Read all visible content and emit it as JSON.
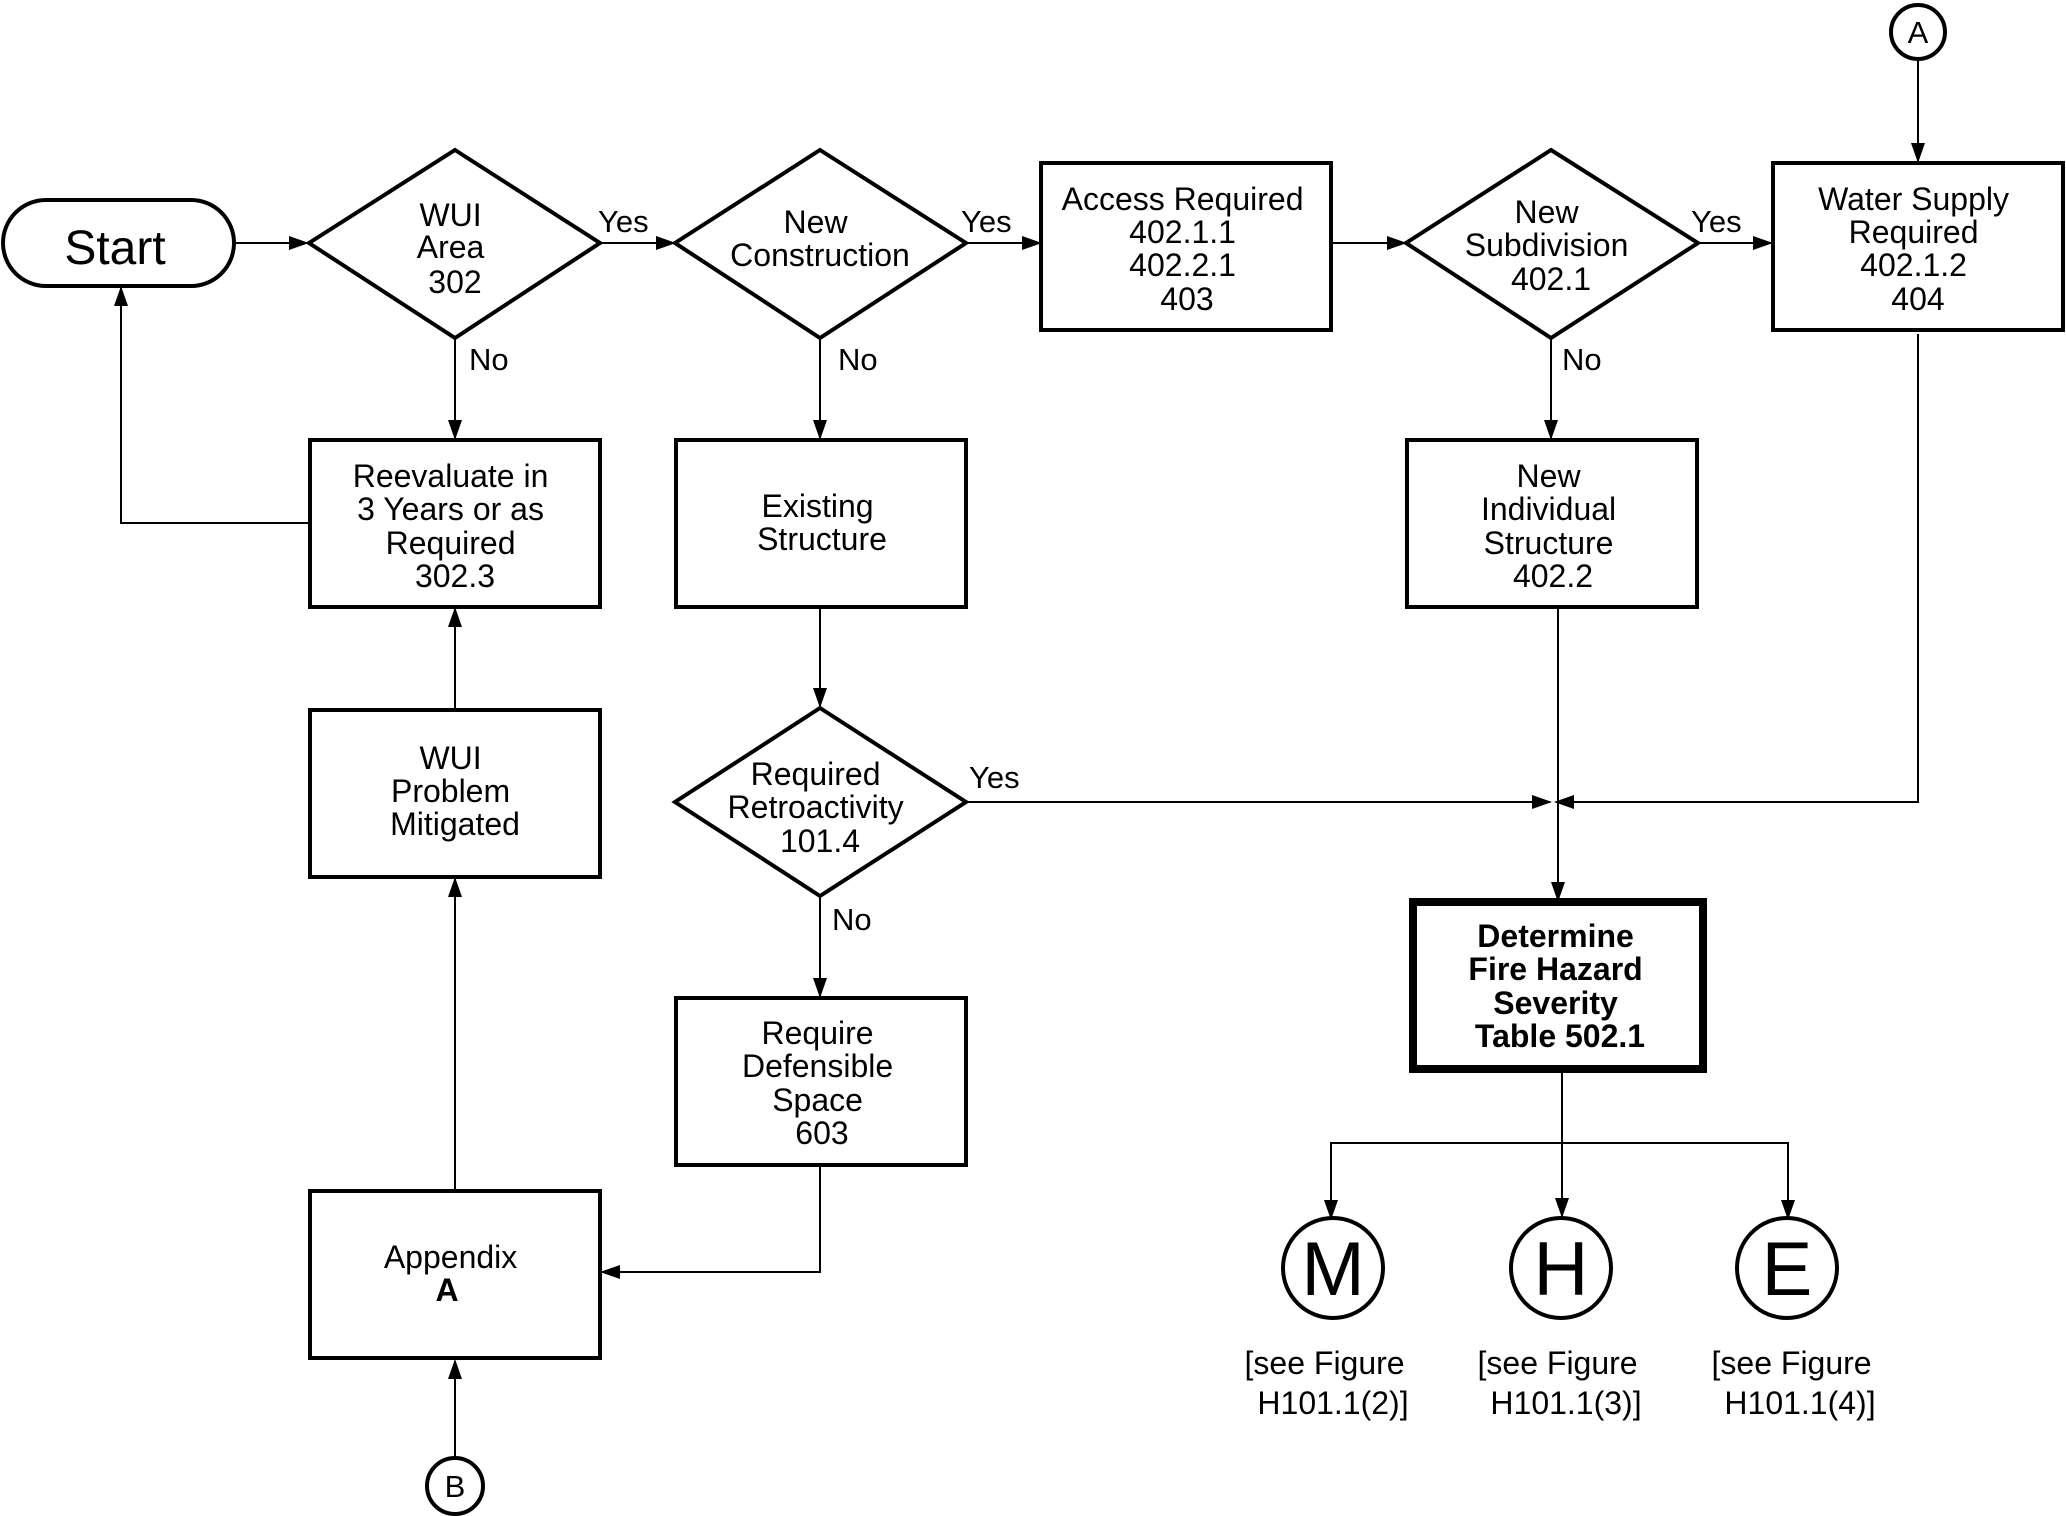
{
  "nodes": {
    "start": {
      "label": "Start"
    },
    "wui_area": {
      "lines": [
        "WUI",
        "Area",
        "302"
      ]
    },
    "new_construction": {
      "lines": [
        "New",
        "Construction"
      ]
    },
    "access_required": {
      "lines": [
        "Access Required",
        "402.1.1",
        "402.2.1",
        "403"
      ]
    },
    "new_subdivision": {
      "lines": [
        "New",
        "Subdivision",
        "402.1"
      ]
    },
    "water_supply": {
      "lines": [
        "Water Supply",
        "Required",
        "402.1.2",
        "404"
      ]
    },
    "reevaluate": {
      "lines": [
        "Reevaluate in",
        "3 Years or as",
        "Required",
        "302.3"
      ]
    },
    "existing_structure": {
      "lines": [
        "Existing",
        "Structure"
      ]
    },
    "new_individual": {
      "lines": [
        "New",
        "Individual",
        "Structure",
        "402.2"
      ]
    },
    "wui_mitigated": {
      "lines": [
        "WUI",
        "Problem",
        "Mitigated"
      ]
    },
    "required_retro": {
      "lines": [
        "Required",
        "Retroactivity",
        "101.4"
      ]
    },
    "determine": {
      "lines": [
        "Determine",
        "Fire Hazard",
        "Severity",
        "Table 502.1"
      ]
    },
    "defensible": {
      "lines": [
        "Require",
        "Defensible",
        "Space",
        "603"
      ]
    },
    "appendix": {
      "lines": [
        "Appendix",
        "A"
      ]
    }
  },
  "connectors": {
    "a": "A",
    "b": "B"
  },
  "outcomes": [
    {
      "letter": "M",
      "caption": [
        "[see Figure",
        "H101.1(2)]"
      ]
    },
    {
      "letter": "H",
      "caption": [
        "[see Figure",
        "H101.1(3)]"
      ]
    },
    {
      "letter": "E",
      "caption": [
        "[see Figure",
        "H101.1(4)]"
      ]
    }
  ],
  "edge_labels": {
    "yes": "Yes",
    "no": "No"
  }
}
